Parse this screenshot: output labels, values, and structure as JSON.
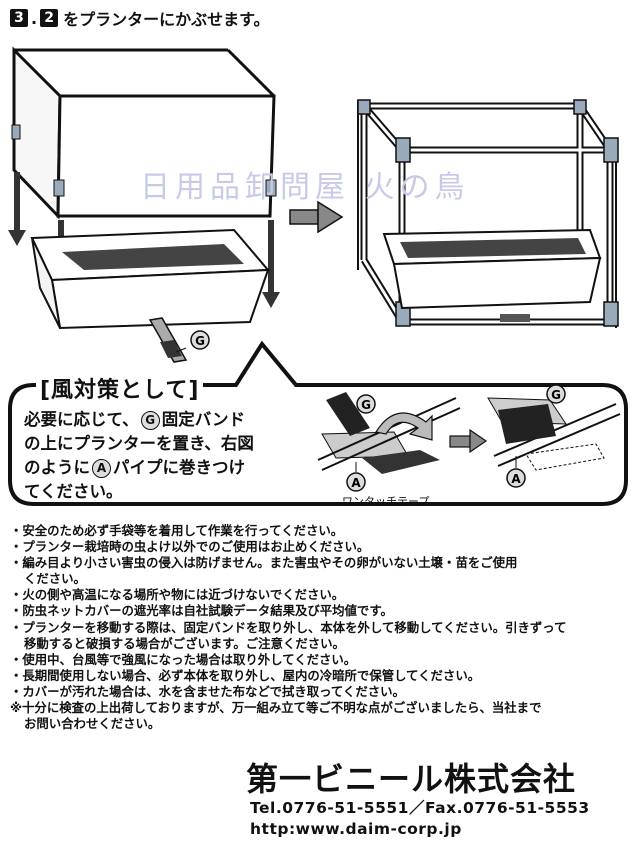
{
  "header": {
    "step1": "3",
    "separator": ".",
    "step2": "2",
    "text": "をプランターにかぶせます。"
  },
  "watermark": "日用品卸問屋 火の鳥",
  "diagram": {
    "label_g": "G",
    "label_a": "A"
  },
  "wind": {
    "title": "[風対策として]",
    "line1_a": "必要に応じて、",
    "line1_circ": "G",
    "line1_b": "固定バンド",
    "line2": "の上にプランターを置き、右図",
    "line3_a": "のように",
    "line3_circ": "A",
    "line3_b": "パイプに巻きつけ",
    "line4": "てください。",
    "tape_label": "ワンタッチテープ"
  },
  "notes": [
    "・安全のため必ず手袋等を着用して作業を行ってください。",
    "・プランター栽培時の虫よけ以外でのご使用はお止めください。",
    "・編み目より小さい害虫の侵入は防げません。また害虫やその卵がいない土壌・苗をご使用",
    "ください。",
    "・火の側や高温になる場所や物には近づけないでください。",
    "・防虫ネットカバーの遮光率は自社試験データ結果及び平均値です。",
    "・プランターを移動する際は、固定バンドを取り外し、本体を外して移動してください。引きずって",
    "移動すると破損する場合がございます。ご注意ください。",
    "・使用中、台風等で強風になった場合は取り外してください。",
    "・長期間使用しない場合、必ず本体を取り外し、屋内の冷暗所で保管してください。",
    "・カバーが汚れた場合は、水を含ませた布などで拭き取ってください。",
    "※十分に検査の上出荷しておりますが、万一組み立て等ご不明な点がございましたら、当社まで",
    "お問い合わせください。"
  ],
  "company": {
    "name": "第一ビニール株式会社",
    "tel": "Tel.0776-51-5551／Fax.0776-51-5553",
    "url": "http:www.daim-corp.jp"
  }
}
